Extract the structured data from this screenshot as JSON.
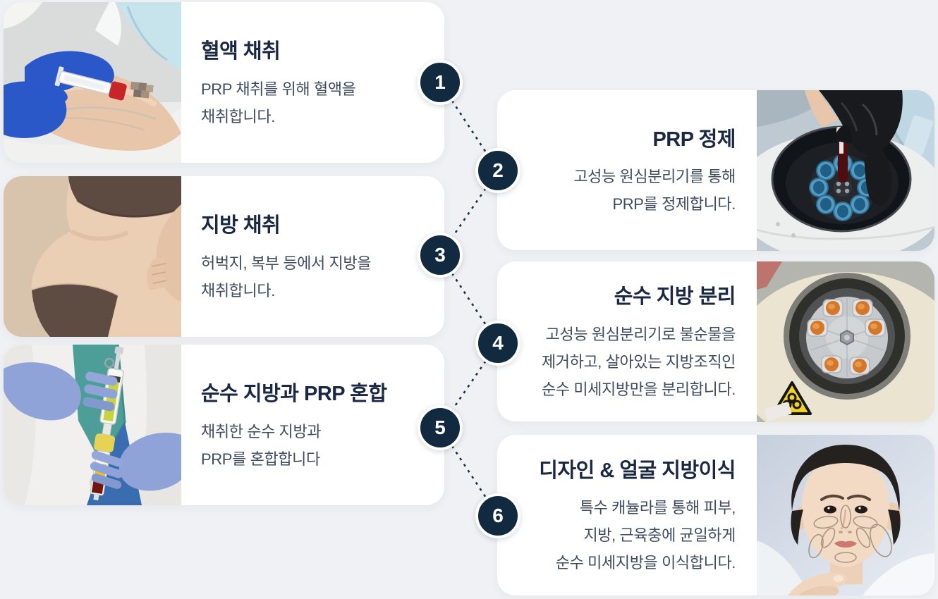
{
  "palette": {
    "page_bg": "#f0f1f4",
    "card_bg": "#ffffff",
    "accent_navy": "#122a40",
    "title_text": "#1b2843",
    "body_text": "#3f4b5e",
    "connector": "#16304a"
  },
  "steps": [
    {
      "number": "1",
      "title": "혈액 채취",
      "body": "PRP 채취를 위해 혈액을\n채취합니다.",
      "photo_alt": "blue-gloved hands drawing blood from an arm with a syringe"
    },
    {
      "number": "2",
      "title": "PRP 정제",
      "body": "고성능 원심분리기를 통해\nPRP를 정제합니다.",
      "photo_alt": "black-gloved hand placing a blood tube into a centrifuge with blue tube holders"
    },
    {
      "number": "3",
      "title": "지방 채취",
      "body": "허벅지, 복부 등에서 지방을\n채취합니다.",
      "photo_alt": "side view of a body in brown underwear showing hip and thigh"
    },
    {
      "number": "4",
      "title": "순수 지방 분리",
      "body": "고성능 원심분리기로 불순물을\n제거하고, 살아있는 지방조직인\n순수 미세지방만을 분리합니다.",
      "photo_alt": "centrifuge rotor with six orange-capped tubes and biohazard label"
    },
    {
      "number": "5",
      "title": "순수 지방과 PRP 혼합",
      "body": "채취한 순수 지방과\nPRP를 혼합합니다",
      "photo_alt": "gloved hands holding connected syringes with yellow fat and red PRP layers"
    },
    {
      "number": "6",
      "title": "디자인 & 얼굴 지방이식",
      "body": "특수 캐뉼라를 통해 피부,\n지방, 근육충에 균일하게\n순수 미세지방을 이식합니다.",
      "photo_alt": "woman's face marked with design ellipses for fat grafting"
    }
  ]
}
